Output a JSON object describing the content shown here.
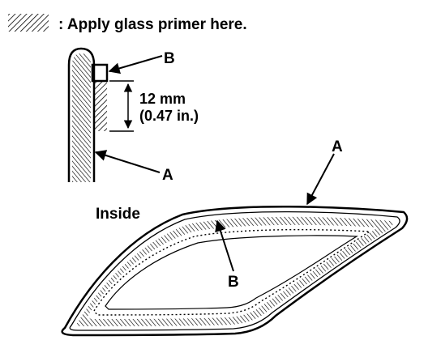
{
  "legend": {
    "text": ": Apply glass primer here.",
    "pattern": "diagonal-hatch"
  },
  "detail": {
    "label_b": "B",
    "label_a": "A",
    "dimension_mm": "12 mm",
    "dimension_in": "(0.47 in.)"
  },
  "main": {
    "label_inside": "Inside",
    "label_a": "A",
    "label_b": "B"
  },
  "colors": {
    "ink": "#000000",
    "background": "#ffffff"
  }
}
